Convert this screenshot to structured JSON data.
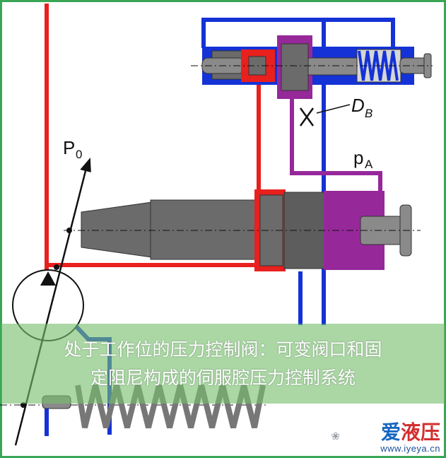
{
  "labels": {
    "p0_main": "P",
    "p0_sub": "0",
    "db_main": "D",
    "db_sub": "B",
    "pa_main": "p",
    "pa_sub": "A"
  },
  "caption": {
    "line1": "处于工作位的压力控制阀：可变阀口和固",
    "line2": "定阻尼构成的伺服腔压力控制系统"
  },
  "watermark": {
    "chat_icon": "wechat-icon",
    "brand_part1": "爱",
    "brand_part2": "液压",
    "url": "www.iyeya.cn"
  },
  "colors": {
    "border": "#3aa655",
    "supply_line": "#e8201e",
    "tank_line": "#1432d6",
    "control_line": "#96289a",
    "spool_gray": "#6b6b6b",
    "spring": "#777777"
  }
}
